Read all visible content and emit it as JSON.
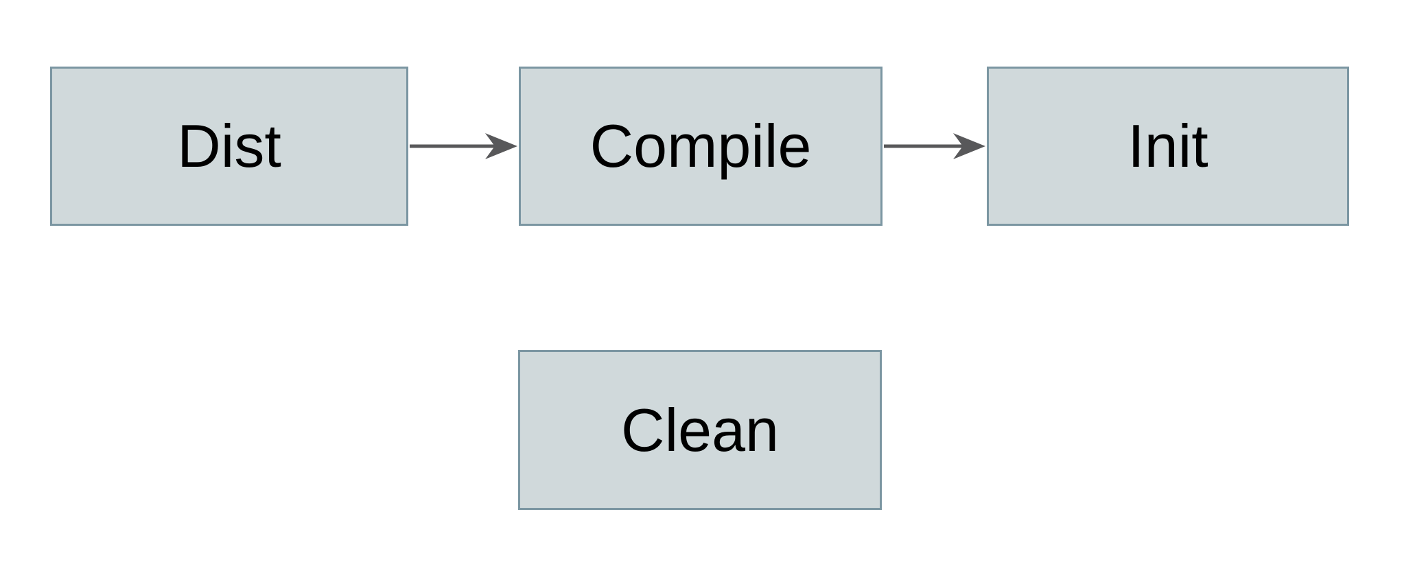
{
  "diagram": {
    "title": "build-targets-flow",
    "nodes": [
      {
        "id": "dist",
        "label": "Dist"
      },
      {
        "id": "compile",
        "label": "Compile"
      },
      {
        "id": "init",
        "label": "Init"
      },
      {
        "id": "clean",
        "label": "Clean"
      }
    ],
    "edges": [
      {
        "from": "dist",
        "to": "compile",
        "style": "arrow-right"
      },
      {
        "from": "compile",
        "to": "init",
        "style": "arrow-right"
      }
    ],
    "colors": {
      "background": "#ffffff",
      "node_fill": "#d0d9db",
      "node_border": "#7b96a2",
      "arrow": "#58585a",
      "text": "#000000"
    }
  }
}
